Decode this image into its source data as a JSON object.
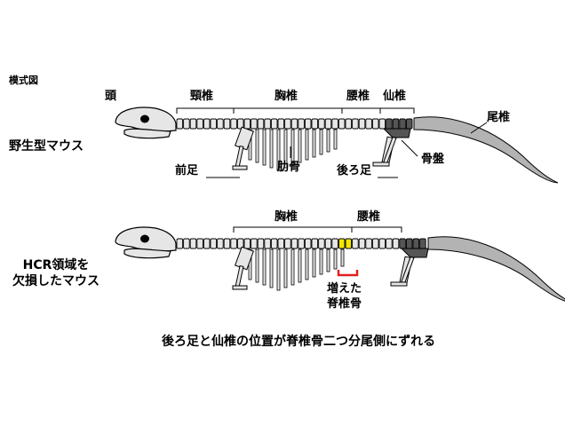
{
  "title": "模式図",
  "wildtype": {
    "label": "野生型マウス",
    "head": "頭",
    "cervical": "頸椎",
    "thoracic": "胸椎",
    "lumbar": "腰椎",
    "sacral": "仙椎",
    "caudal": "尾椎",
    "forelimb": "前足",
    "ribs": "肋骨",
    "hindlimb": "後ろ足",
    "pelvis": "骨盤"
  },
  "mutant": {
    "label_line1": "HCR領域を",
    "label_line2": "欠損したマウス",
    "thoracic": "胸椎",
    "lumbar": "腰椎",
    "added_line1": "増えた",
    "added_line2": "脊椎骨",
    "highlight_color": "#f2e600",
    "bracket_color": "#e02020"
  },
  "caption": "後ろ足と仙椎の位置が脊椎骨二つ分尾側にずれる",
  "colors": {
    "bone": "#e6e6e6",
    "outline": "#000000",
    "sacral": "#555555",
    "tail": "#b3b3b3"
  }
}
